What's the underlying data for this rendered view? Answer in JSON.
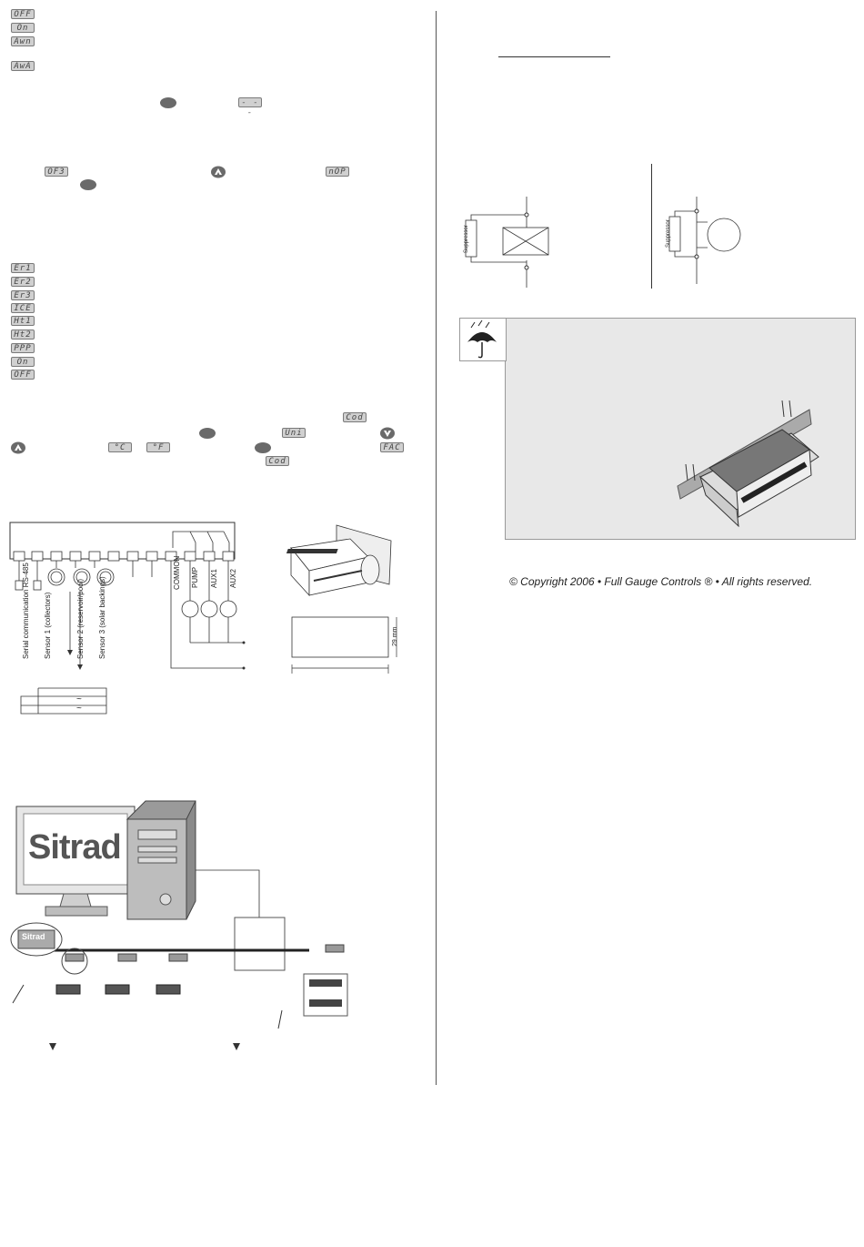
{
  "displays": {
    "off": "OFF",
    "on": "On",
    "awn": "Awn",
    "awa": "AwA",
    "dashes": "- - -",
    "of3": "OF3",
    "nop": "nOP",
    "er1": "Er1",
    "er2": "Er2",
    "er3": "Er3",
    "ice": "ICE",
    "ht1": "Ht1",
    "ht2": "Ht2",
    "ppp": "PPP",
    "on2": "On",
    "off2": "OFF",
    "cod": "Cod",
    "uni": "Uni",
    "degc": "°C",
    "degf": "°F",
    "fac": "FAC",
    "cod2": "Cod"
  },
  "wiring": {
    "labels": [
      "Serial communication RS-485",
      "Sensor 1 (collectors)",
      "Sensor 2 (reservoir/pool)",
      "Sensor 3 (solar backings)",
      "COMMON",
      "PUMP",
      "AUX1",
      "AUX2"
    ],
    "dimension": "29 mm",
    "tilde1": "~",
    "tilde2": "~"
  },
  "network": {
    "brand": "Sitrad",
    "gateway_brand": "Sitrad"
  },
  "suppressor": {
    "left_label": "Suppressor",
    "right_label": "Suppressor"
  },
  "footer": {
    "copyright": "© Copyright 2006 • Full Gauge Controls ® • All rights reserved."
  }
}
